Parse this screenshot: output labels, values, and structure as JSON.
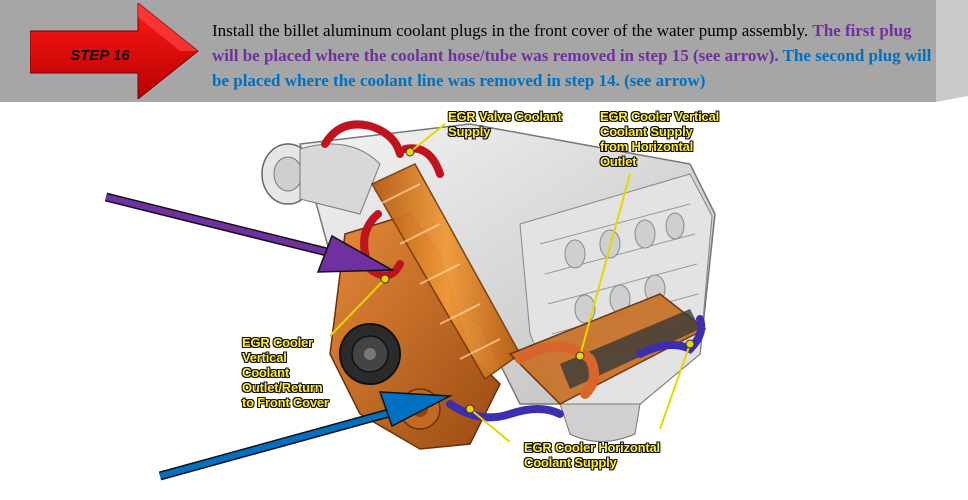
{
  "header": {
    "step_label": "STEP 16",
    "instruction_black": "Install the billet aluminum coolant plugs in the front cover of the water pump assembly. ",
    "instruction_purple": "The first plug will be placed where the coolant hose/tube was removed in step 15 (see arrow). ",
    "instruction_blue": "The second plug will be placed where the coolant line was removed in step 14. (see arrow)"
  },
  "callouts": {
    "egr_valve_supply": "EGR Valve Coolant\nSupply",
    "egr_cooler_vertical_supply": "EGR Cooler Vertical\nCoolant Supply\nfrom Horizontal\nOutlet",
    "egr_cooler_vertical_outlet": "EGR Cooler\nVertical\nCoolant\nOutlet/Return\nto Front Cover",
    "egr_cooler_horizontal_supply": "EGR Cooler Horizontal\nCoolant Supply"
  },
  "colors": {
    "header_gray": "#a6a6a6",
    "step_red": "#e00000",
    "purple": "#7030a0",
    "blue": "#0070c0",
    "callout_yellow": "#ffeb3b",
    "engine_orange": "#d97a1e"
  }
}
